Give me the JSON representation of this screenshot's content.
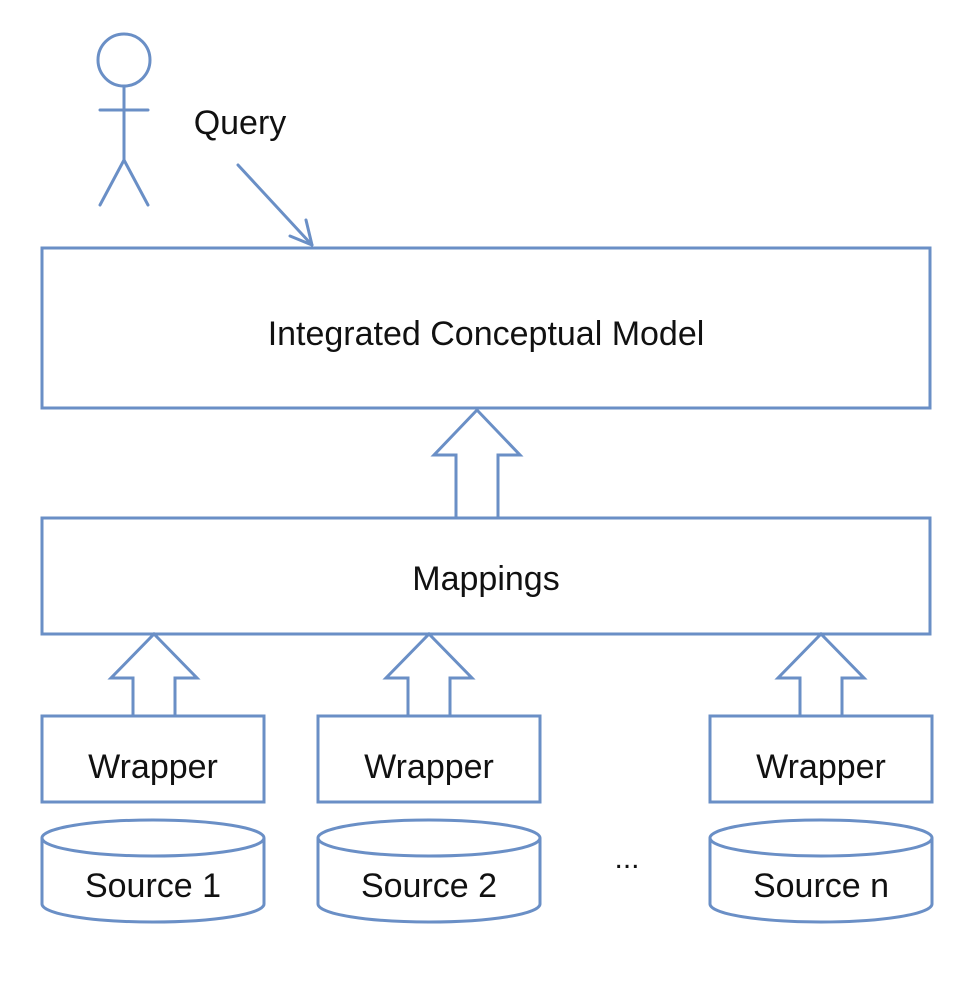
{
  "query_label": "Query",
  "model_label": "Integrated Conceptual Model",
  "mappings_label": "Mappings",
  "wrappers": [
    "Wrapper",
    "Wrapper",
    "Wrapper"
  ],
  "sources": [
    "Source 1",
    "Source 2",
    "Source n"
  ],
  "ellipsis": "...",
  "colors": {
    "stroke": "#6a8fc6",
    "text": "#111111",
    "fill": "#ffffff"
  }
}
